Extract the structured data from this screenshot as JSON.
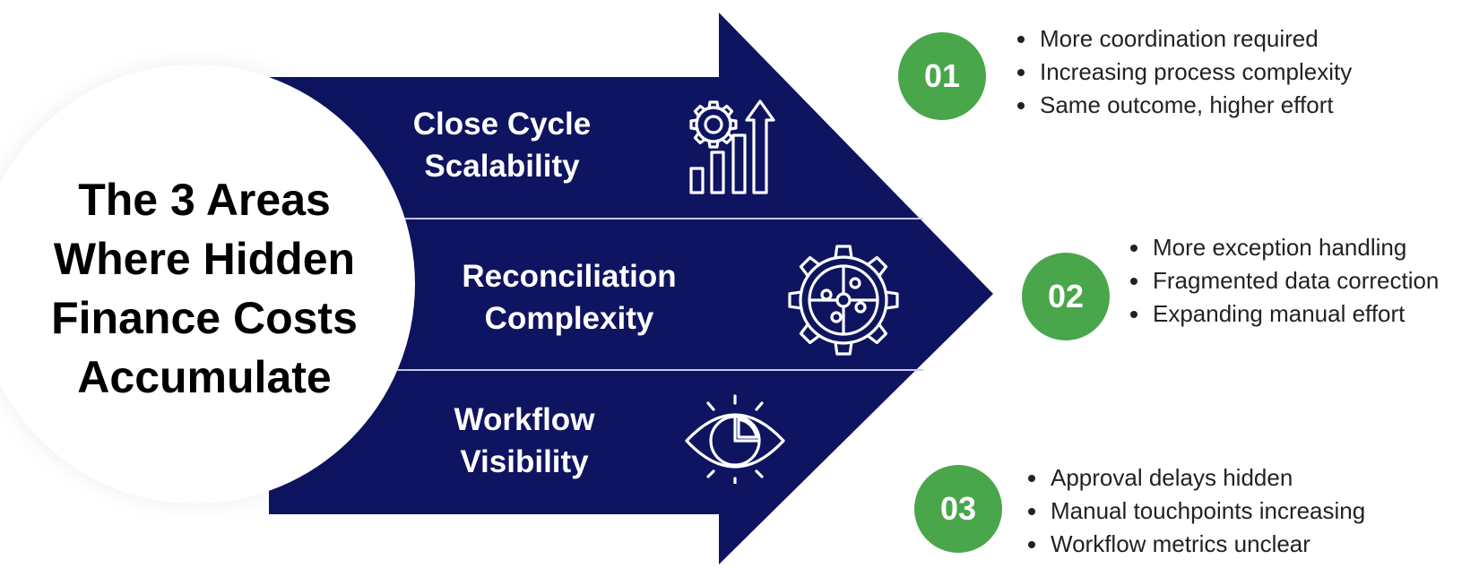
{
  "title_lines": [
    "The 3 Areas",
    "Where Hidden",
    "Finance Costs",
    "Accumulate"
  ],
  "colors": {
    "arrow": "#0f1461",
    "badge": "#4aa64b",
    "divider": "#c7cbe6",
    "icon": "#ffffff"
  },
  "sections": [
    {
      "label_lines": [
        "Close Cycle",
        "Scalability"
      ],
      "icon": "gear-growth-chart-icon",
      "number": "01",
      "bullets": [
        "More coordination required",
        "Increasing process complexity",
        "Same outcome, higher effort"
      ]
    },
    {
      "label_lines": [
        "Reconciliation",
        "Complexity"
      ],
      "icon": "puzzle-gear-icon",
      "number": "02",
      "bullets": [
        "More exception handling",
        "Fragmented data correction",
        "Expanding manual effort"
      ]
    },
    {
      "label_lines": [
        "Workflow",
        "Visibility"
      ],
      "icon": "eye-pie-chart-icon",
      "number": "03",
      "bullets": [
        "Approval delays hidden",
        "Manual touchpoints increasing",
        "Workflow metrics unclear"
      ]
    }
  ]
}
